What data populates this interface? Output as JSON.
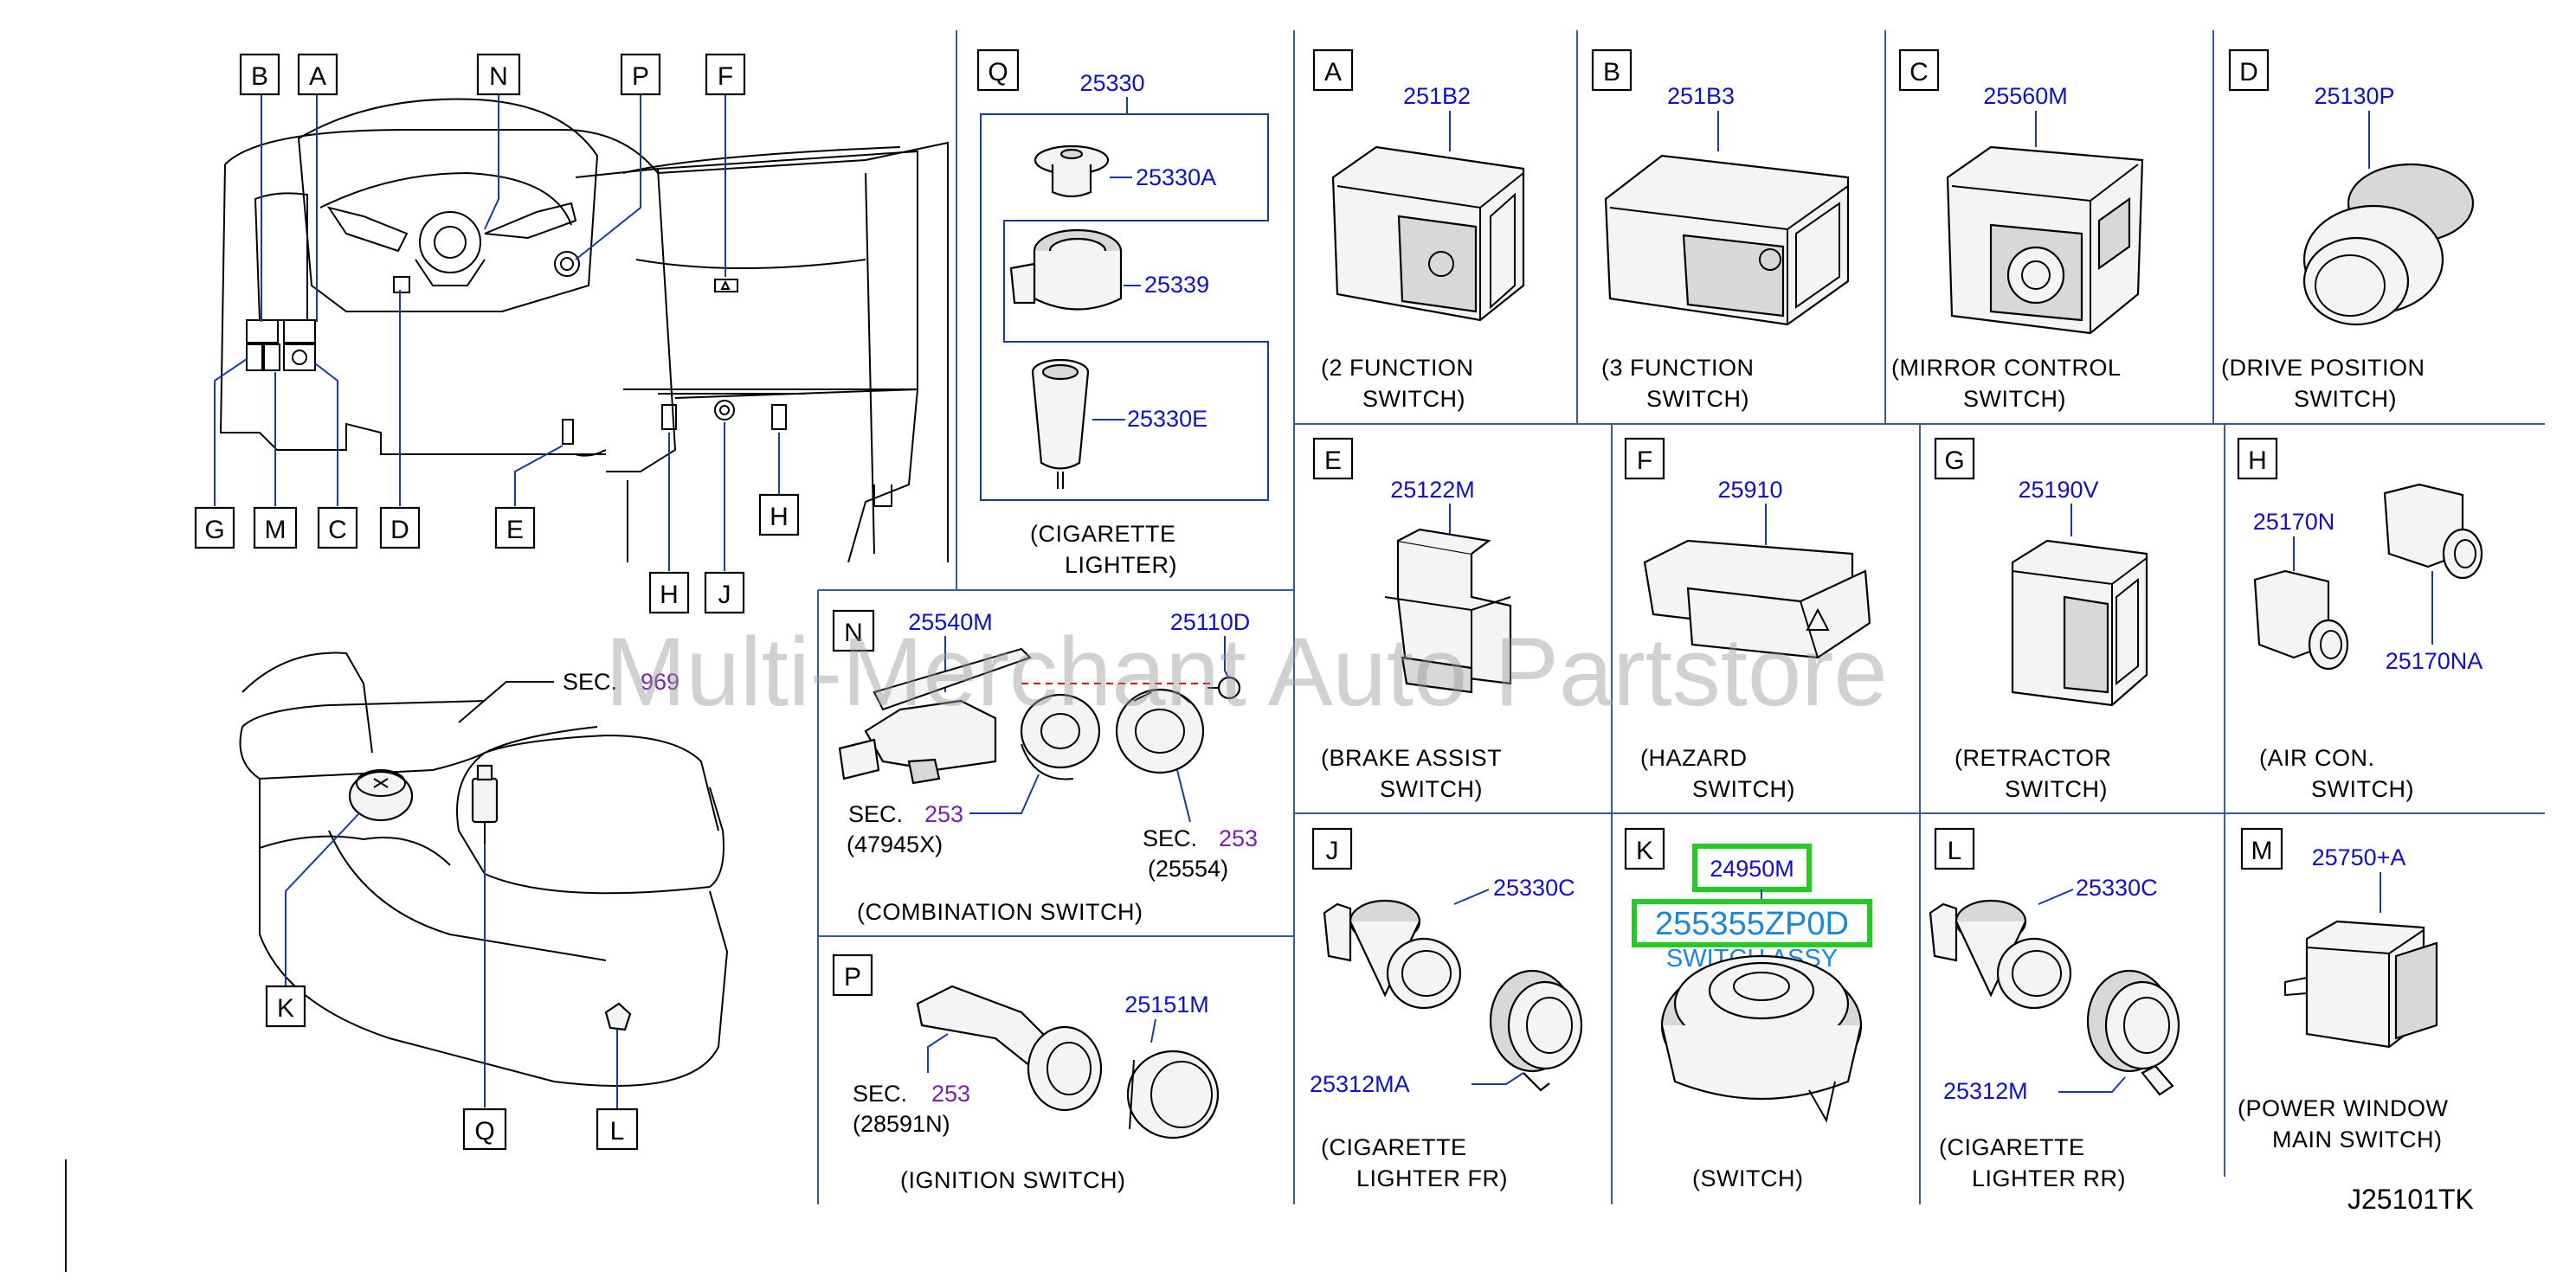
{
  "diagram_code": "J25101TK",
  "watermark": "Multi-Merchant Auto Partstore",
  "overview_labels": {
    "B": "B",
    "A": "A",
    "N": "N",
    "P": "P",
    "F": "F",
    "G": "G",
    "M": "M",
    "C": "C",
    "D": "D",
    "E": "E",
    "H": "H",
    "H2": "H",
    "J": "J",
    "K": "K",
    "Q": "Q",
    "L": "L"
  },
  "console_section": {
    "sec": "SEC.",
    "number": "969"
  },
  "panels": {
    "Q": {
      "letter": "Q",
      "assembly": "25330",
      "parts": [
        "25330A",
        "25339",
        "25330E"
      ],
      "caption1": "(CIGARETTE",
      "caption2": "LIGHTER)"
    },
    "A": {
      "letter": "A",
      "part": "251B2",
      "caption1": "(2   FUNCTION",
      "caption2": "SWITCH)"
    },
    "B": {
      "letter": "B",
      "part": "251B3",
      "caption1": "(3   FUNCTION",
      "caption2": "SWITCH)"
    },
    "C": {
      "letter": "C",
      "part": "25560M",
      "caption1": "(MIRROR   CONTROL",
      "caption2": "SWITCH)"
    },
    "D": {
      "letter": "D",
      "part": "25130P",
      "caption1": "(DRIVE   POSITION",
      "caption2": "SWITCH)"
    },
    "E": {
      "letter": "E",
      "part": "25122M",
      "caption1": "(BRAKE   ASSIST",
      "caption2": "SWITCH)"
    },
    "F": {
      "letter": "F",
      "part": "25910",
      "caption1": "(HAZARD",
      "caption2": "SWITCH)"
    },
    "G": {
      "letter": "G",
      "part": "25190V",
      "caption1": "(RETRACTOR",
      "caption2": "SWITCH)"
    },
    "H": {
      "letter": "H",
      "part1": "25170N",
      "part2": "25170NA",
      "caption1": "(AIR   CON.",
      "caption2": "SWITCH)"
    },
    "N": {
      "letter": "N",
      "part1": "25540M",
      "part2": "25110D",
      "sec": "SEC.",
      "sec_num": "253",
      "sec_ref1": "(47945X)",
      "sec_ref2": "(25554)",
      "caption": "(COMBINATION   SWITCH)"
    },
    "P": {
      "letter": "P",
      "part": "25151M",
      "sec": "SEC.",
      "sec_num": "253",
      "sec_ref": "(28591N)",
      "caption": "(IGNITION   SWITCH)"
    },
    "J": {
      "letter": "J",
      "part1": "25330C",
      "part2": "25312MA",
      "caption1": "(CIGARETTE",
      "caption2": "LIGHTER   FR)"
    },
    "K": {
      "letter": "K",
      "part1": "24950M",
      "part2": "255355ZP0D",
      "part2_desc": "SWITCH ASSY",
      "caption": "(SWITCH)"
    },
    "L": {
      "letter": "L",
      "part1": "25330C",
      "part2": "25312M",
      "caption1": "(CIGARETTE",
      "caption2": "LIGHTER   RR)"
    },
    "M": {
      "letter": "M",
      "part": "25750+A",
      "caption1": "(POWER   WINDOW",
      "caption2": "MAIN   SWITCH)"
    }
  },
  "colors": {
    "part_number": "#1010c8",
    "section_number": "#7a1fb0",
    "highlight": "#22cc22",
    "grid": "#3a5a9a"
  }
}
